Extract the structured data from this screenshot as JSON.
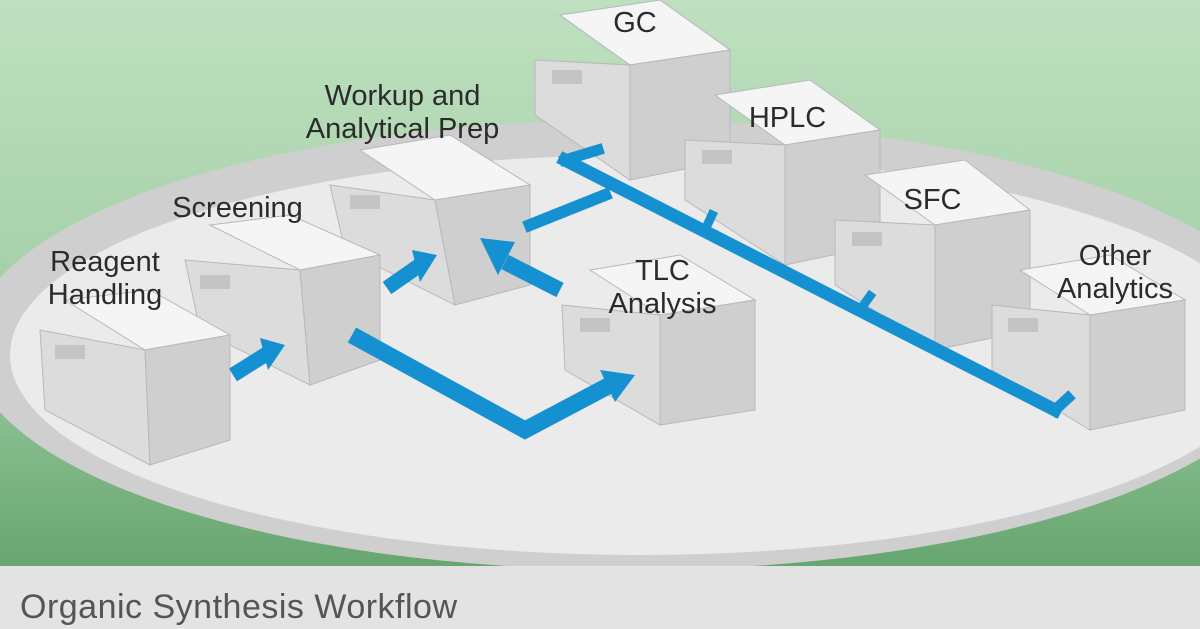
{
  "colors": {
    "background_top": "#bfe0c0",
    "background_bottom": "#67a670",
    "platform_fill": "#ebebeb",
    "platform_rim": "#cfcfcf",
    "module_light": "#ededed",
    "module_side": "#cccccc",
    "flow_arrow": "#1591d2",
    "caption_bar": "#e3e3e3"
  },
  "diagram": {
    "caption": "Organic Synthesis Workflow",
    "modules": [
      {
        "id": "reagent",
        "label_lines": [
          "Reagent",
          "Handling"
        ]
      },
      {
        "id": "screening",
        "label_lines": [
          "Screening"
        ]
      },
      {
        "id": "workup",
        "label_lines": [
          "Workup and",
          "Analytical Prep"
        ]
      },
      {
        "id": "tlc",
        "label_lines": [
          "TLC",
          "Analysis"
        ]
      },
      {
        "id": "gc",
        "label_lines": [
          "GC"
        ]
      },
      {
        "id": "hplc",
        "label_lines": [
          "HPLC"
        ]
      },
      {
        "id": "sfc",
        "label_lines": [
          "SFC"
        ]
      },
      {
        "id": "other",
        "label_lines": [
          "Other",
          "Analytics"
        ]
      }
    ],
    "connections": [
      {
        "from": "reagent",
        "to": "screening"
      },
      {
        "from": "screening",
        "to": "workup"
      },
      {
        "from": "screening",
        "to": "tlc"
      },
      {
        "from": "tlc",
        "to": "workup"
      },
      {
        "from": "workup",
        "to": "gc"
      },
      {
        "from": "workup",
        "to": "hplc"
      },
      {
        "from": "workup",
        "to": "sfc"
      },
      {
        "from": "workup",
        "to": "other"
      }
    ]
  }
}
